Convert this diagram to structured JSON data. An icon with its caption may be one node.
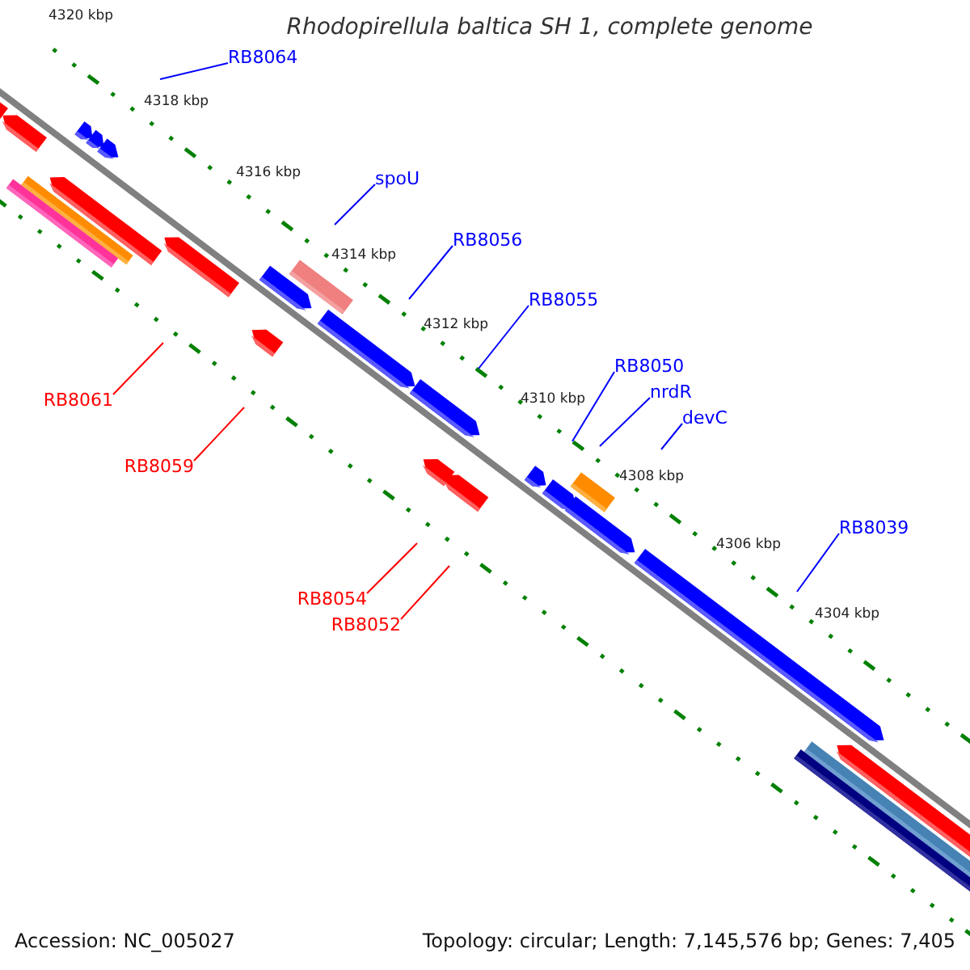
{
  "diagram": {
    "title": "Rhodopirellula baltica SH 1, complete genome",
    "nodes": [
      {
        "text": [
          "RB8064"
        ]
      },
      {
        "text": [
          "spoU"
        ]
      },
      {
        "text": [
          "RB8056"
        ]
      },
      {
        "text": [
          "RB8055"
        ]
      },
      {
        "text": [
          "RB8050"
        ]
      },
      {
        "text": [
          "nrdR"
        ]
      },
      {
        "text": [
          "RB8061"
        ]
      },
      {
        "text": [
          "devC"
        ]
      },
      {
        "text": [
          "RB8059"
        ]
      },
      {
        "text": [
          "RB8039"
        ]
      },
      {
        "text": [
          "RB8054"
        ]
      },
      {
        "text": [
          "RB8052"
        ]
      }
    ],
    "edges": [
      {
        "from": 0,
        "to": null,
        "arrow": "none"
      },
      {
        "from": 1,
        "to": null,
        "arrow": "none"
      },
      {
        "from": 2,
        "to": null,
        "arrow": "none"
      },
      {
        "from": 3,
        "to": null,
        "arrow": "none"
      },
      {
        "from": 4,
        "to": null,
        "arrow": "none"
      },
      {
        "from": 5,
        "to": null,
        "arrow": "none"
      },
      {
        "from": 6,
        "to": null,
        "arrow": "none",
        "color": "#ff0000"
      },
      {
        "from": 7,
        "to": null,
        "arrow": "none"
      },
      {
        "from": 8,
        "to": null,
        "arrow": "none",
        "color": "#ff0000"
      },
      {
        "from": 9,
        "to": null,
        "arrow": "none"
      },
      {
        "from": 10,
        "to": null,
        "arrow": "none",
        "color": "#ff0000"
      },
      {
        "from": 11,
        "to": null,
        "arrow": "none",
        "color": "#ff0000"
      }
    ],
    "labels": [
      "4320 kbp",
      "4318 kbp",
      "4316 kbp",
      "4314 kbp",
      "4312 kbp",
      "4310 kbp",
      "4308 kbp",
      "4306 kbp",
      "4304 kbp",
      "Accession: NC_005027",
      "Topology: circular; Length: 7,145,576 bp; Genes: 7,405"
    ]
  }
}
